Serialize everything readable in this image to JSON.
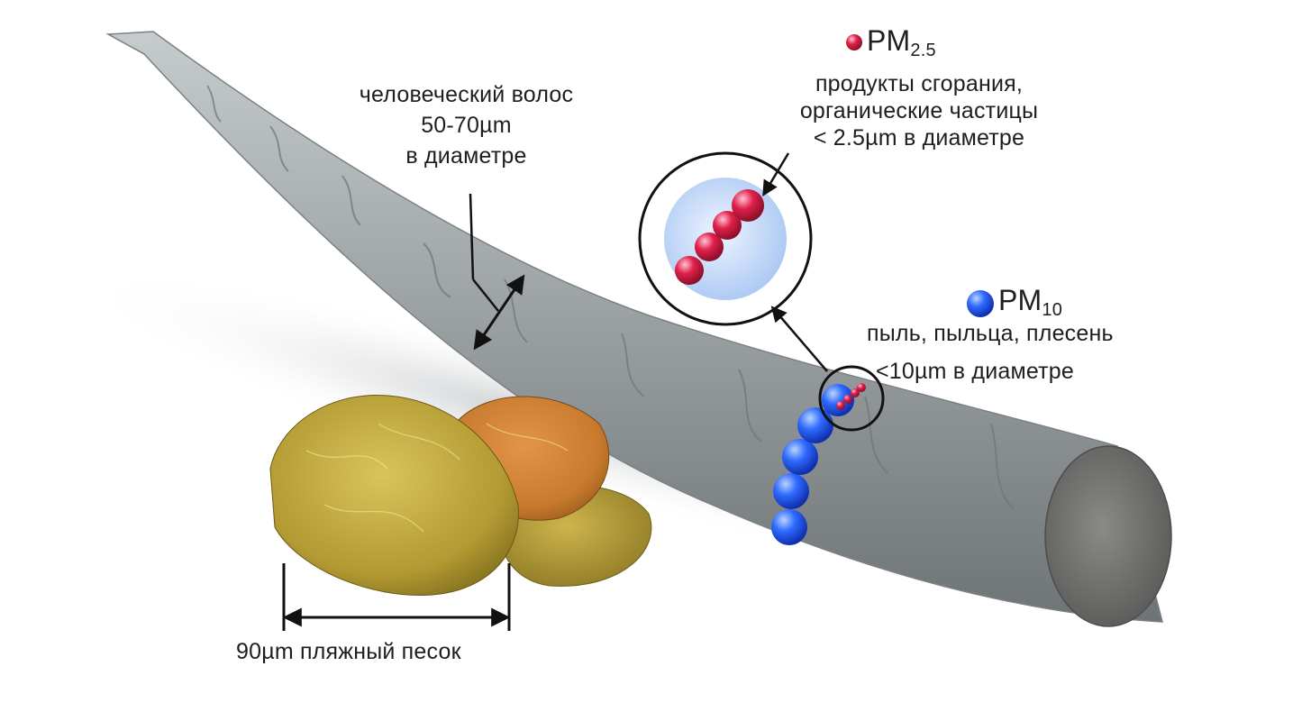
{
  "hair": {
    "name": "человеческий волос",
    "size": "50-70",
    "unit": "µm",
    "note": "в диаметре"
  },
  "pm25": {
    "title_main": "PM",
    "title_sub": "2.5",
    "desc_line1": "продукты сгорания,",
    "desc_line2": "органические частицы",
    "size_prefix": "< 2.5",
    "unit": "µm",
    "size_suffix": " в диаметре",
    "color": "#e0204a"
  },
  "pm10": {
    "title_main": "PM",
    "title_sub": "10",
    "desc": "пыль, пыльца, плесень",
    "size_prefix": "<10",
    "unit": "µm",
    "size_suffix": " в диаметре",
    "color": "#2f6bff"
  },
  "sand": {
    "size": "90",
    "unit": "µm",
    "name": " пляжный песок"
  }
}
